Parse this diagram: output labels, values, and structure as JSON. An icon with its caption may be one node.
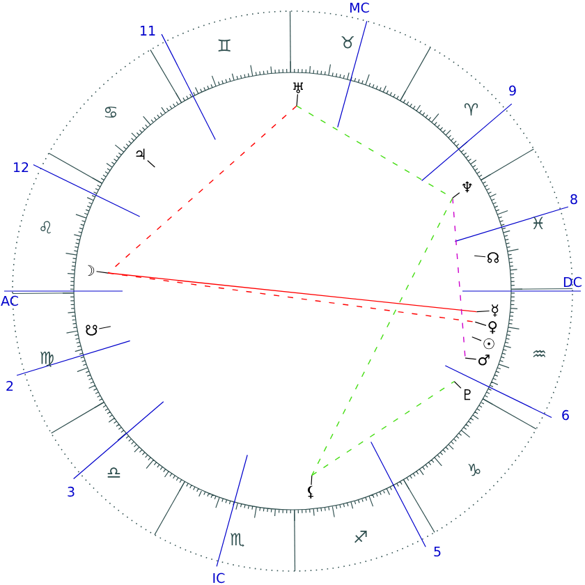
{
  "diagram": {
    "nodes": [
      {
        "text": [
          "♅"
        ]
      },
      {
        "text": [
          "♃"
        ]
      },
      {
        "text": [
          "♆"
        ]
      },
      {
        "text": [
          "☊"
        ]
      },
      {
        "text": [
          "☽"
        ]
      },
      {
        "text": [
          "☿"
        ]
      },
      {
        "text": [
          "♀"
        ]
      },
      {
        "text": [
          "☋"
        ]
      },
      {
        "text": [
          "☉"
        ]
      },
      {
        "text": [
          "♂"
        ]
      },
      {
        "text": [
          "♇"
        ]
      },
      {
        "text": [
          "⚸"
        ]
      }
    ],
    "edges": [
      {
        "from": 0,
        "to": 4,
        "arrow": "none",
        "style": "dashed",
        "color": "#ff0000"
      },
      {
        "from": 0,
        "to": 2,
        "arrow": "none",
        "style": "dashed",
        "color": "#44dd11"
      },
      {
        "from": 4,
        "to": 5,
        "arrow": "none",
        "color": "#ff0000"
      },
      {
        "from": 4,
        "to": 6,
        "arrow": "none",
        "style": "dashed",
        "color": "#ff0000"
      },
      {
        "from": 2,
        "to": 9,
        "arrow": "none",
        "style": "dashed",
        "color": "#cc00cc"
      },
      {
        "from": 2,
        "to": 11,
        "arrow": "none",
        "style": "dashed",
        "color": "#44dd11"
      },
      {
        "from": 11,
        "to": 10,
        "arrow": "none",
        "style": "dashed",
        "color": "#44dd11"
      }
    ],
    "labels": [
      "MC",
      "11",
      "♊",
      "♉",
      "9",
      "♋",
      "♈",
      "12",
      "8",
      "♌",
      "♓",
      "AC",
      "DC",
      "♍",
      "♒",
      "2",
      "6",
      "♎",
      "♑",
      "3",
      "♏",
      "♐",
      "5",
      "IC"
    ]
  }
}
